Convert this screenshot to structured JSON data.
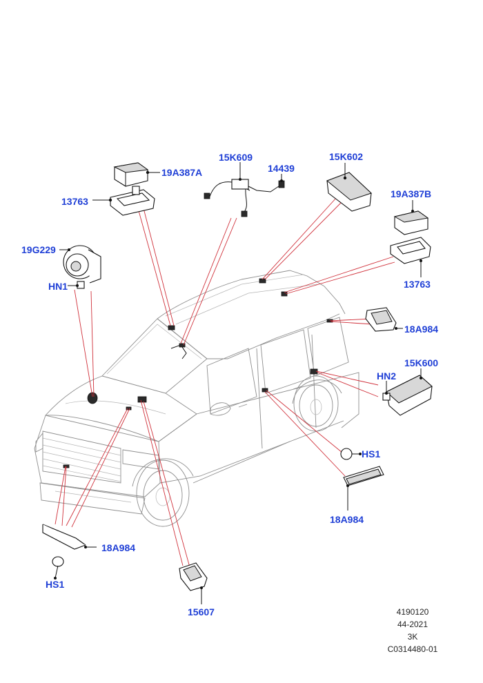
{
  "callouts": {
    "c_19A387A": "19A387A",
    "c_13763_top": "13763",
    "c_15K609": "15K609",
    "c_14439": "14439",
    "c_15K602": "15K602",
    "c_19A387B": "19A387B",
    "c_13763_right": "13763",
    "c_19G229": "19G229",
    "c_HN1": "HN1",
    "c_18A984_right": "18A984",
    "c_15K600": "15K600",
    "c_HN2": "HN2",
    "c_HS1_right": "HS1",
    "c_18A984_lower": "18A984",
    "c_18A984_left": "18A984",
    "c_HS1_left": "HS1",
    "c_15607": "15607"
  },
  "footer": {
    "line1": "4190120",
    "line2": "44-2021",
    "line3": "3K",
    "line4": "C0314480-01"
  },
  "colors": {
    "callout_text": "#1f3fd6",
    "leader_lines": "#d0303a",
    "vehicle_outline": "#8d8d8d"
  }
}
